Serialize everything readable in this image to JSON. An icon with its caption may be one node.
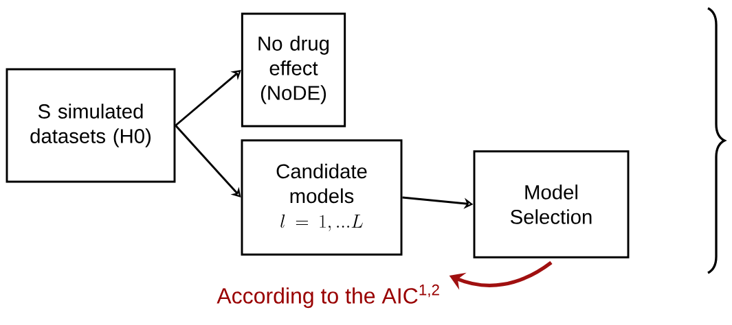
{
  "diagram": {
    "nodes": [
      {
        "text": [
          "S simulated datasets (H0)"
        ]
      },
      {
        "text": [
          "No drug effect (NoDE)"
        ]
      },
      {
        "text": [
          "Candidate models",
          "l = 1, ... L"
        ]
      },
      {
        "text": [
          "Model Selection"
        ]
      },
      {
        "text": [
          "According to the AIC$^{1,2}$"
        ]
      }
    ],
    "edges": [
      {
        "from": 0,
        "to": 1,
        "arrow": "to"
      },
      {
        "from": 0,
        "to": 2,
        "arrow": "to"
      },
      {
        "from": 2,
        "to": 3,
        "arrow": "to"
      },
      {
        "from": 3,
        "to": 4,
        "arrow": "to",
        "style": "thick",
        "color": "#a01010"
      }
    ]
  }
}
